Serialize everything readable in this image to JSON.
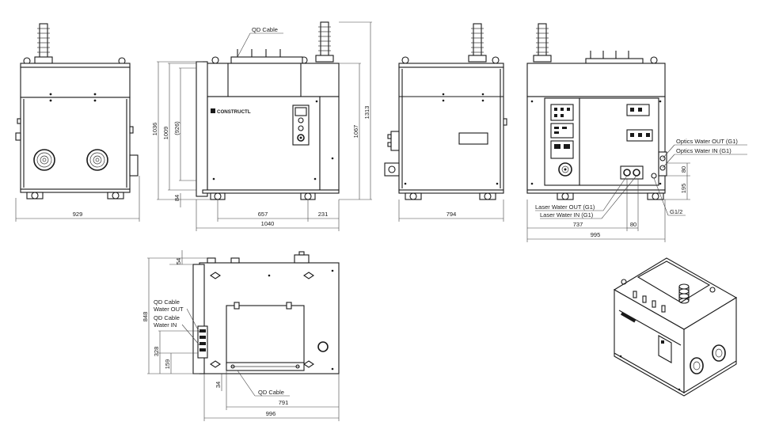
{
  "front_view": {
    "width_dim": "929"
  },
  "side_view": {
    "qd_cable_label": "QD Cable",
    "logo_text": "CONSTRUCTL",
    "height_1036": "1036",
    "height_1009": "1009",
    "height_926": "(926)",
    "height_84": "84",
    "height_1067": "1067",
    "height_1313": "1313",
    "dim_657": "657",
    "dim_231": "231",
    "dim_1040": "1040"
  },
  "back_view": {
    "width_dim": "794"
  },
  "rear_view": {
    "optics_water_out": "Optics Water OUT (G1)",
    "optics_water_in": "Optics Water IN (G1)",
    "laser_water_out": "Laser Water OUT (G1)",
    "laser_water_in": "Laser Water IN (G1)",
    "g12_label": "G1/2",
    "dim_80_v": "80",
    "dim_195": "195",
    "dim_737": "737",
    "dim_80_h": "80",
    "dim_995": "995"
  },
  "top_view": {
    "dim_54": "54",
    "dim_848": "848",
    "dim_328": "328",
    "dim_159": "159",
    "dim_34": "34",
    "qd_cable_water_out_1": "QD Cable",
    "qd_cable_water_out_2": "Water OUT",
    "qd_cable_water_in_1": "QD Cable",
    "qd_cable_water_in_2": "Water IN",
    "qd_cable_bottom": "QD Cable",
    "dim_791": "791",
    "dim_996": "996"
  }
}
